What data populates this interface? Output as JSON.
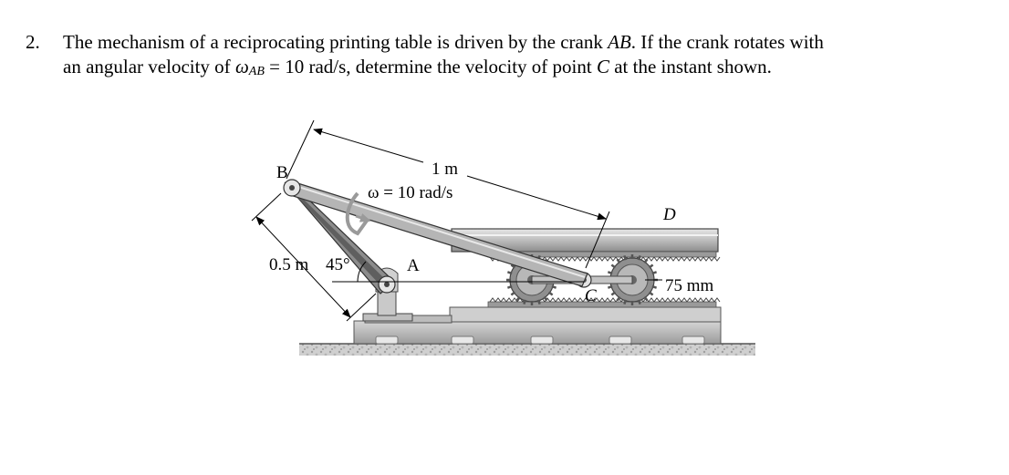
{
  "problem": {
    "number": "2.",
    "line1_a": "The mechanism of a reciprocating printing table is driven by the crank ",
    "line1_ab": "AB",
    "line1_b": ". If the crank rotates with",
    "line2_a": "an angular velocity of ",
    "omega": "ω",
    "omega_sub": "AB",
    "line2_b": " = 10 rad/s, determine the velocity of point ",
    "line2_c": "C",
    "line2_d": " at the instant shown."
  },
  "figure": {
    "label_b": "B",
    "label_a": "A",
    "label_c": "C",
    "label_d": "D",
    "length_bc": "1 m",
    "length_ab": "0.5 m",
    "angle": "45°",
    "omega_label": "ω = 10 rad/s",
    "radius_label": "75 mm",
    "colors": {
      "metal_light": "#d4d4d4",
      "metal_mid": "#a9a9a9",
      "metal_dark": "#6e6e6e",
      "ground": "#c8c8c8"
    }
  }
}
